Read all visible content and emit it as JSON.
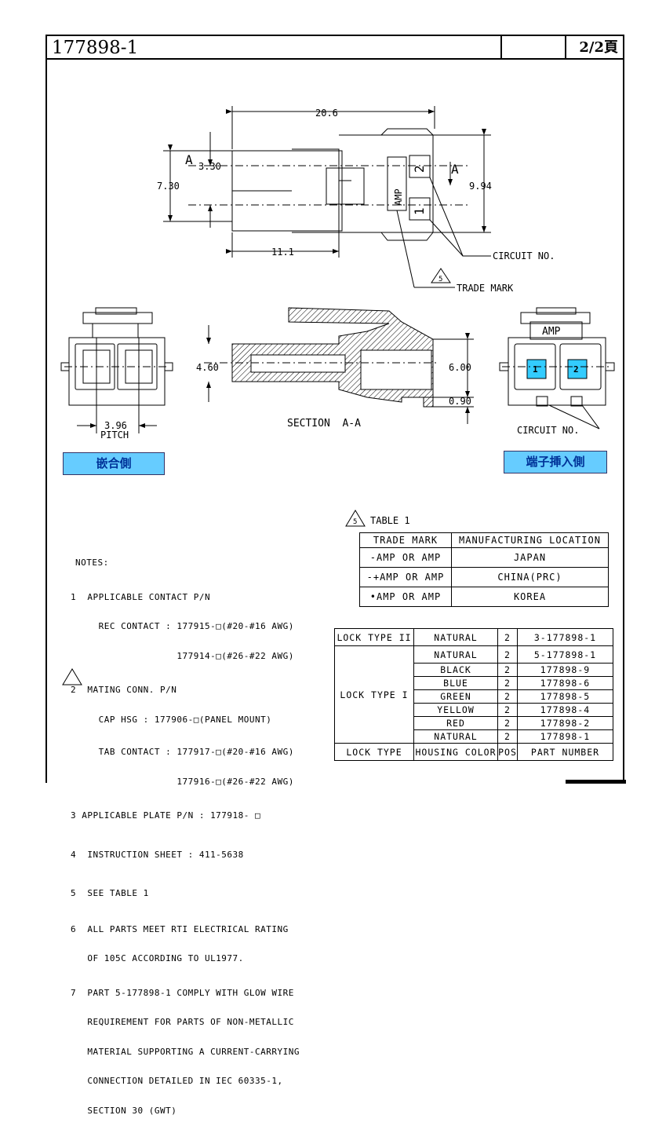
{
  "header": {
    "part_number": "177898-1",
    "page": "2/2頁"
  },
  "top_view": {
    "dim_width": "20.6",
    "dim_height_left": "7.30",
    "dim_pitch_small": "3.30",
    "dim_height_right": "9.94",
    "dim_depth": "11.1",
    "section_marker_left": "A",
    "section_marker_right": "A",
    "amp_mark": "AMP",
    "circuit_2": "2",
    "circuit_1": "1",
    "circuit_no_label": "CIRCUIT NO.",
    "trade_mark_label": "TRADE MARK",
    "trade_mark_note": "5"
  },
  "front_view": {
    "pitch_value": "3.96",
    "pitch_label": "PITCH",
    "face_label": "嵌合側"
  },
  "section_view": {
    "dim_left": "4.60",
    "dim_right": "6.00",
    "dim_bottom": "0.90",
    "title": "SECTION  A-A"
  },
  "rear_view": {
    "amp_mark": "AMP",
    "slot_1": "1",
    "slot_2": "2",
    "circuit_no_label": "CIRCUIT NO.",
    "face_label": "端子挿入側"
  },
  "notes": {
    "title": "NOTES:",
    "lines": [
      "1  APPLICABLE CONTACT P/N",
      "     REC CONTACT : 177915-□(#20-#16 AWG)",
      "                   177914-□(#26-#22 AWG)",
      "2  MATING CONN. P/N",
      "     CAP HSG : 177906-□(PANEL MOUNT)",
      "     TAB CONTACT : 177917-□(#20-#16 AWG)",
      "                   177916-□(#26-#22 AWG)",
      "3 APPLICABLE PLATE P/N : 177918- □",
      "4  INSTRUCTION SHEET : 411-5638",
      "5  SEE TABLE 1",
      "6  ALL PARTS MEET RTI ELECTRICAL RATING",
      "   OF 105C ACCORDING TO UL1977.",
      "7  PART 5-177898-1 COMPLY WITH GLOW WIRE",
      "   REQUIREMENT FOR PARTS OF NON-METALLIC",
      "   MATERIAL SUPPORTING A CURRENT-CARRYING",
      "   CONNECTION DETAILED IN IEC 60335-1,",
      "   SECTION 30 (GWT)"
    ]
  },
  "table1": {
    "title": "TABLE 1",
    "note": "5",
    "headers": [
      "TRADE MARK",
      "MANUFACTURING LOCATION"
    ],
    "rows": [
      [
        "-AMP OR AMP",
        "JAPAN"
      ],
      [
        "-+AMP OR AMP",
        "CHINA(PRC)"
      ],
      [
        "•AMP OR AMP",
        "KOREA"
      ]
    ]
  },
  "table2": {
    "headers": [
      "LOCK TYPE",
      "HOUSING COLOR",
      "POS",
      "PART NUMBER"
    ],
    "lock2": "LOCK TYPE II",
    "lock1": "LOCK TYPE I",
    "rows": [
      [
        "NATURAL",
        "2",
        "3-177898-1"
      ],
      [
        "NATURAL",
        "2",
        "5-177898-1"
      ],
      [
        "BLACK",
        "2",
        "177898-9"
      ],
      [
        "BLUE",
        "2",
        "177898-6"
      ],
      [
        "GREEN",
        "2",
        "177898-5"
      ],
      [
        "YELLOW",
        "2",
        "177898-4"
      ],
      [
        "RED",
        "2",
        "177898-2"
      ],
      [
        "NATURAL",
        "2",
        "177898-1"
      ]
    ]
  },
  "colors": {
    "label_fill": "#66ccff",
    "label_text": "#003399",
    "slot_fill": "#33ccff"
  }
}
